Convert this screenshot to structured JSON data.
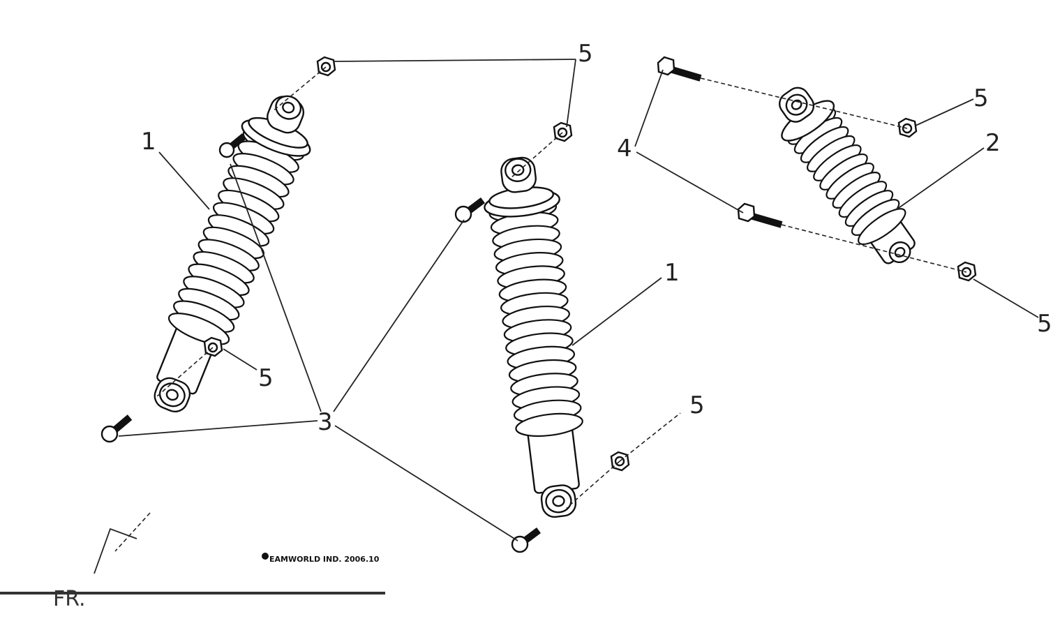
{
  "callouts": {
    "c5_top_left": "5",
    "c1_left": "1",
    "c5_left": "5",
    "c3": "3",
    "c1_center": "1",
    "c5_center": "5",
    "c4": "4",
    "c5_right_top": "5",
    "c2": "2",
    "c5_right_bottom": "5"
  },
  "copyright": "EAMWORLD IND. 2006.10",
  "orientation_label": "FR."
}
